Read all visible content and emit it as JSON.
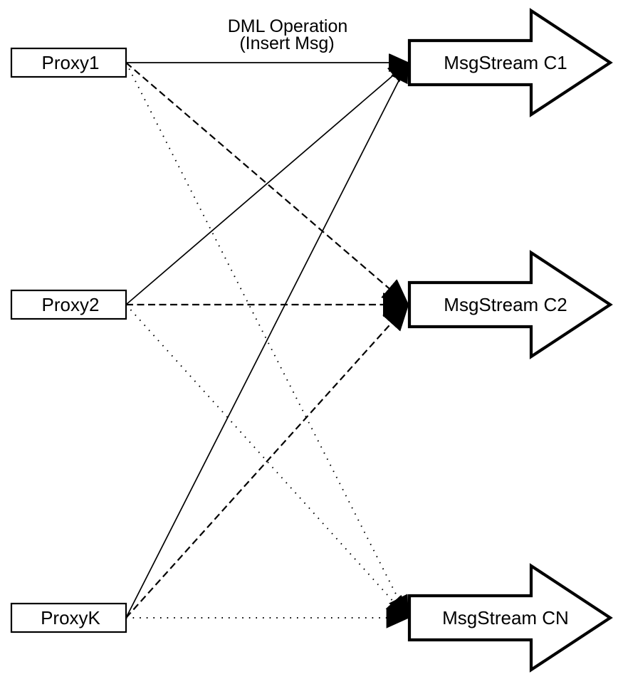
{
  "diagram": {
    "title_annotation": {
      "line1": "DML Operation",
      "line2": "(Insert Msg)"
    },
    "proxies": [
      {
        "id": "proxy1",
        "label": "Proxy1"
      },
      {
        "id": "proxy2",
        "label": "Proxy2"
      },
      {
        "id": "proxyk",
        "label": "ProxyK"
      }
    ],
    "streams": [
      {
        "id": "c1",
        "label": "MsgStream C1"
      },
      {
        "id": "c2",
        "label": "MsgStream C2"
      },
      {
        "id": "cn",
        "label": "MsgStream CN"
      }
    ],
    "edges": [
      {
        "from": "proxy1",
        "to": "c1",
        "style": "solid"
      },
      {
        "from": "proxy2",
        "to": "c1",
        "style": "solid"
      },
      {
        "from": "proxyk",
        "to": "c1",
        "style": "solid"
      },
      {
        "from": "proxy1",
        "to": "c2",
        "style": "dashed"
      },
      {
        "from": "proxy2",
        "to": "c2",
        "style": "dashed"
      },
      {
        "from": "proxyk",
        "to": "c2",
        "style": "dashed"
      },
      {
        "from": "proxy1",
        "to": "cn",
        "style": "dotted"
      },
      {
        "from": "proxy2",
        "to": "cn",
        "style": "dotted"
      },
      {
        "from": "proxyk",
        "to": "cn",
        "style": "dotted"
      }
    ],
    "colors": {
      "stroke": "#000000",
      "fill": "#ffffff",
      "background": "#ffffff"
    }
  }
}
